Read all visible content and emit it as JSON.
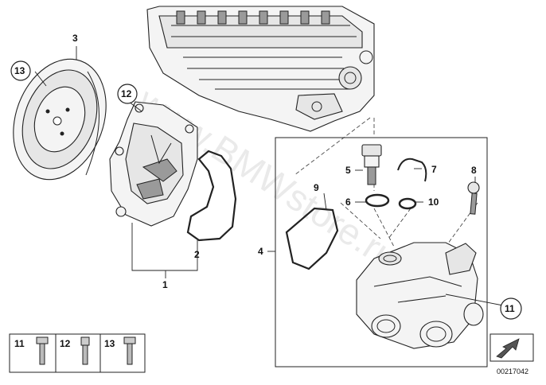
{
  "watermark": "www.BMWstore.ru",
  "diagram_id": "00217042",
  "callouts": {
    "c1": "1",
    "c2": "2",
    "c3": "3",
    "c4": "4",
    "c5": "5",
    "c6": "6",
    "c7": "7",
    "c8": "8",
    "c9": "9",
    "c10": "10",
    "c11": "11",
    "c12": "12",
    "c13": "13"
  },
  "legend": [
    {
      "label": "11"
    },
    {
      "label": "12"
    },
    {
      "label": "13"
    }
  ]
}
